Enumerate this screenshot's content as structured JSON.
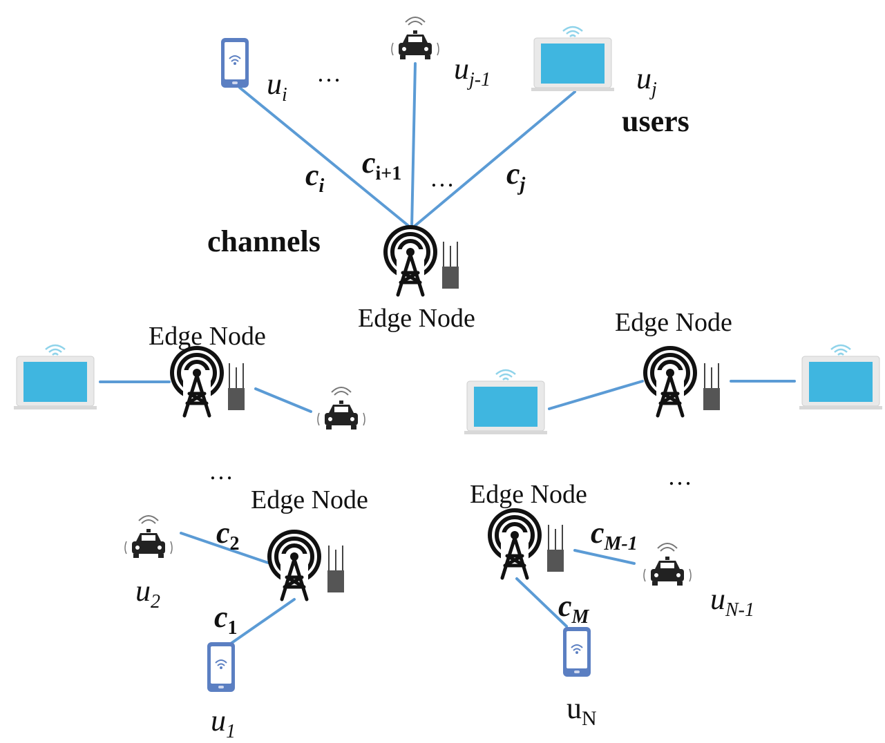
{
  "labels": {
    "users": "users",
    "channels": "channels",
    "edge_node": "Edge Node",
    "ellipsis": "…"
  },
  "user_labels": {
    "u_i": {
      "base": "u",
      "sub": "i"
    },
    "u_j_minus_1": {
      "base": "u",
      "sub": "j-1"
    },
    "u_j": {
      "base": "u",
      "sub": "j"
    },
    "u_2": {
      "base": "u",
      "sub": "2"
    },
    "u_1": {
      "base": "u",
      "sub": "1"
    },
    "u_N_minus_1": {
      "base": "u",
      "sub": "N-1"
    },
    "u_N": {
      "base": "u",
      "sub": "N"
    }
  },
  "channel_labels": {
    "c_i": {
      "base": "c",
      "sub": "i"
    },
    "c_i_plus_1": {
      "base": "c",
      "sub": "i+1"
    },
    "c_j": {
      "base": "c",
      "sub": "j"
    },
    "c_2": {
      "base": "c",
      "sub": "2"
    },
    "c_1": {
      "base": "c",
      "sub": "1"
    },
    "c_M_minus_1": {
      "base": "c",
      "sub": "M-1"
    },
    "c_M": {
      "base": "c",
      "sub": "M"
    }
  },
  "colors": {
    "link": "#5b9bd5",
    "device_blue": "#5b7fc2",
    "screen_cyan": "#3fb6e0",
    "wifi": "#8fd3ea",
    "tower": "#111111",
    "server": "#555555"
  },
  "icons": [
    "phone-icon",
    "car-icon",
    "laptop-icon",
    "tower-icon",
    "server-icon",
    "wifi-icon"
  ]
}
